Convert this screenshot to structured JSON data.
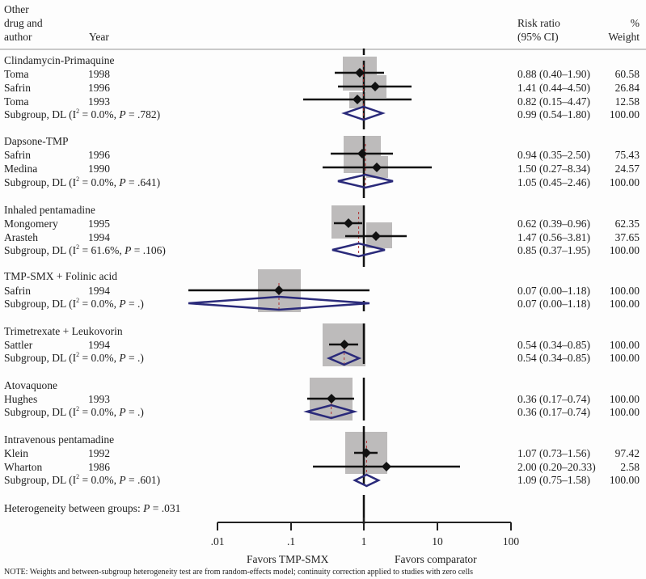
{
  "header": {
    "col_study_line1": "Other",
    "col_study_line2": "drug and",
    "col_study_line3": "author",
    "col_year": "Year",
    "col_rr_line1": "Risk ratio",
    "col_rr_line2": "(95% CI)",
    "col_weight_line1": "%",
    "col_weight_line2": "Weight"
  },
  "rows": [
    {
      "type": "group",
      "label": "Clindamycin-Primaquine"
    },
    {
      "type": "study",
      "author": "Toma",
      "year": "1998",
      "rr": "0.88 (0.40–1.90)",
      "weight": "60.58"
    },
    {
      "type": "study",
      "author": "Safrin",
      "year": "1996",
      "rr": "1.41 (0.44–4.50)",
      "weight": "26.84"
    },
    {
      "type": "study",
      "author": "Toma",
      "year": "1993",
      "rr": "0.82 (0.15–4.47)",
      "weight": "12.58"
    },
    {
      "type": "subgroup",
      "prefix": "Subgroup, DL (I",
      "i2": "2",
      "mid": " = 0.0%, ",
      "p": "P",
      "suffix": " = .782)",
      "rr": "0.99 (0.54–1.80)",
      "weight": "100.00"
    },
    {
      "type": "group",
      "label": "Dapsone-TMP"
    },
    {
      "type": "study",
      "author": "Safrin",
      "year": "1996",
      "rr": "0.94 (0.35–2.50)",
      "weight": "75.43"
    },
    {
      "type": "study",
      "author": "Medina",
      "year": "1990",
      "rr": "1.50 (0.27–8.34)",
      "weight": "24.57"
    },
    {
      "type": "subgroup",
      "prefix": "Subgroup, DL (I",
      "i2": "2",
      "mid": " = 0.0%, ",
      "p": "P",
      "suffix": " = .641)",
      "rr": "1.05 (0.45–2.46)",
      "weight": "100.00"
    },
    {
      "type": "group",
      "label": "Inhaled pentamadine"
    },
    {
      "type": "study",
      "author": "Mongomery",
      "year": "1995",
      "rr": "0.62 (0.39–0.96)",
      "weight": "62.35"
    },
    {
      "type": "study",
      "author": "Arasteh",
      "year": "1994",
      "rr": "1.47 (0.56–3.81)",
      "weight": "37.65"
    },
    {
      "type": "subgroup",
      "prefix": "Subgroup, DL (I",
      "i2": "2",
      "mid": " = 61.6%, ",
      "p": "P",
      "suffix": " = .106)",
      "rr": "0.85 (0.37–1.95)",
      "weight": "100.00"
    },
    {
      "type": "group",
      "label": "TMP-SMX + Folinic acid"
    },
    {
      "type": "study",
      "author": "Safrin",
      "year": "1994",
      "rr": "0.07 (0.00–1.18)",
      "weight": "100.00"
    },
    {
      "type": "subgroup",
      "prefix": "Subgroup, DL (I",
      "i2": "2",
      "mid": " = 0.0%, ",
      "p": "P",
      "suffix": " = .)",
      "rr": "0.07 (0.00–1.18)",
      "weight": "100.00"
    },
    {
      "type": "group",
      "label": "Trimetrexate + Leukovorin"
    },
    {
      "type": "study",
      "author": "Sattler",
      "year": "1994",
      "rr": "0.54 (0.34–0.85)",
      "weight": "100.00"
    },
    {
      "type": "subgroup",
      "prefix": "Subgroup, DL (I",
      "i2": "2",
      "mid": " = 0.0%, ",
      "p": "P",
      "suffix": " = .)",
      "rr": "0.54 (0.34–0.85)",
      "weight": "100.00"
    },
    {
      "type": "group",
      "label": "Atovaquone"
    },
    {
      "type": "study",
      "author": "Hughes",
      "year": "1993",
      "rr": "0.36 (0.17–0.74)",
      "weight": "100.00"
    },
    {
      "type": "subgroup",
      "prefix": "Subgroup, DL (I",
      "i2": "2",
      "mid": " = 0.0%, ",
      "p": "P",
      "suffix": " = .)",
      "rr": "0.36 (0.17–0.74)",
      "weight": "100.00"
    },
    {
      "type": "group",
      "label": "Intravenous pentamadine"
    },
    {
      "type": "study",
      "author": "Klein",
      "year": "1992",
      "rr": "1.07 (0.73–1.56)",
      "weight": "97.42"
    },
    {
      "type": "study",
      "author": "Wharton",
      "year": "1986",
      "rr": "2.00 (0.20–20.33)",
      "weight": "2.58"
    },
    {
      "type": "subgroup",
      "prefix": "Subgroup, DL (I",
      "i2": "2",
      "mid": " = 0.0%, ",
      "p": "P",
      "suffix": " = .601)",
      "rr": "1.09 (0.75–1.58)",
      "weight": "100.00"
    }
  ],
  "heterogeneity": {
    "prefix": "Heterogeneity between groups: ",
    "p": "P",
    "suffix": " = .031"
  },
  "axis": {
    "ticks": [
      ".01",
      ".1",
      "1",
      "10",
      "100"
    ],
    "favors_left": "Favors TMP-SMX",
    "favors_right": "Favors comparator"
  },
  "note": "NOTE: Weights and between-subgroup heterogeneity test are from random-effects model; continuity correction applied to studies with zero cells",
  "colors": {
    "box": "#bdbbbb",
    "diamond": "#2a2a7a",
    "line": "#111111",
    "refline_red": "#b03030",
    "separator": "#c9c9c9"
  },
  "chart_data": {
    "type": "forest",
    "title": "",
    "xlabel_left": "Favors TMP-SMX",
    "xlabel_right": "Favors comparator",
    "xscale": "log",
    "xlim": [
      0.01,
      100
    ],
    "xticks": [
      0.01,
      0.1,
      1,
      10,
      100
    ],
    "reference_line": 1,
    "groups": [
      {
        "name": "Clindamycin-Primaquine",
        "studies": [
          {
            "author": "Toma",
            "year": 1998,
            "rr": 0.88,
            "lo": 0.4,
            "hi": 1.9,
            "weight": 60.58
          },
          {
            "author": "Safrin",
            "year": 1996,
            "rr": 1.41,
            "lo": 0.44,
            "hi": 4.5,
            "weight": 26.84
          },
          {
            "author": "Toma",
            "year": 1993,
            "rr": 0.82,
            "lo": 0.15,
            "hi": 4.47,
            "weight": 12.58
          }
        ],
        "subgroup": {
          "rr": 0.99,
          "lo": 0.54,
          "hi": 1.8,
          "i2": "0.0%",
          "p": ".782"
        }
      },
      {
        "name": "Dapsone-TMP",
        "studies": [
          {
            "author": "Safrin",
            "year": 1996,
            "rr": 0.94,
            "lo": 0.35,
            "hi": 2.5,
            "weight": 75.43
          },
          {
            "author": "Medina",
            "year": 1990,
            "rr": 1.5,
            "lo": 0.27,
            "hi": 8.34,
            "weight": 24.57
          }
        ],
        "subgroup": {
          "rr": 1.05,
          "lo": 0.45,
          "hi": 2.46,
          "i2": "0.0%",
          "p": ".641"
        }
      },
      {
        "name": "Inhaled pentamadine",
        "studies": [
          {
            "author": "Mongomery",
            "year": 1995,
            "rr": 0.62,
            "lo": 0.39,
            "hi": 0.96,
            "weight": 62.35
          },
          {
            "author": "Arasteh",
            "year": 1994,
            "rr": 1.47,
            "lo": 0.56,
            "hi": 3.81,
            "weight": 37.65
          }
        ],
        "subgroup": {
          "rr": 0.85,
          "lo": 0.37,
          "hi": 1.95,
          "i2": "61.6%",
          "p": ".106"
        }
      },
      {
        "name": "TMP-SMX + Folinic acid",
        "studies": [
          {
            "author": "Safrin",
            "year": 1994,
            "rr": 0.07,
            "lo": 0.0,
            "hi": 1.18,
            "weight": 100.0
          }
        ],
        "subgroup": {
          "rr": 0.07,
          "lo": 0.0,
          "hi": 1.18,
          "i2": "0.0%",
          "p": "."
        }
      },
      {
        "name": "Trimetrexate + Leukovorin",
        "studies": [
          {
            "author": "Sattler",
            "year": 1994,
            "rr": 0.54,
            "lo": 0.34,
            "hi": 0.85,
            "weight": 100.0
          }
        ],
        "subgroup": {
          "rr": 0.54,
          "lo": 0.34,
          "hi": 0.85,
          "i2": "0.0%",
          "p": "."
        }
      },
      {
        "name": "Atovaquone",
        "studies": [
          {
            "author": "Hughes",
            "year": 1993,
            "rr": 0.36,
            "lo": 0.17,
            "hi": 0.74,
            "weight": 100.0
          }
        ],
        "subgroup": {
          "rr": 0.36,
          "lo": 0.17,
          "hi": 0.74,
          "i2": "0.0%",
          "p": "."
        }
      },
      {
        "name": "Intravenous pentamadine",
        "studies": [
          {
            "author": "Klein",
            "year": 1992,
            "rr": 1.07,
            "lo": 0.73,
            "hi": 1.56,
            "weight": 97.42
          },
          {
            "author": "Wharton",
            "year": 1986,
            "rr": 2.0,
            "lo": 0.2,
            "hi": 20.33,
            "weight": 2.58
          }
        ],
        "subgroup": {
          "rr": 1.09,
          "lo": 0.75,
          "hi": 1.58,
          "i2": "0.0%",
          "p": ".601"
        }
      }
    ],
    "heterogeneity_between_groups_p": ".031",
    "legend": "none",
    "grid": false
  }
}
